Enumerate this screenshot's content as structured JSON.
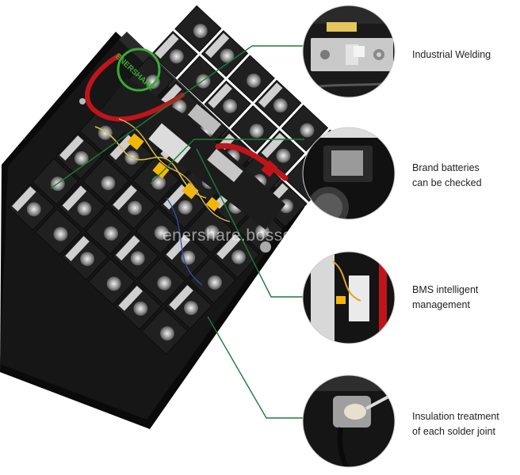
{
  "features": [
    {
      "lines": [
        "Industrial Welding"
      ]
    },
    {
      "lines": [
        "Brand batteries",
        "can be checked"
      ]
    },
    {
      "lines": [
        "BMS intelligent",
        "management"
      ]
    },
    {
      "lines": [
        "Insulation treatment",
        "of each solder joint"
      ]
    }
  ],
  "brand_logo_text": "ENERSHARE",
  "watermark": "enershare.bossgoo",
  "colors": {
    "callout_line": "#1f7a3a",
    "logo_green": "#3aaa35",
    "case_black": "#141414",
    "terminal_silver": "#c9c9c9",
    "cable_red": "#c0141b",
    "label_yellow": "#f2b705"
  }
}
